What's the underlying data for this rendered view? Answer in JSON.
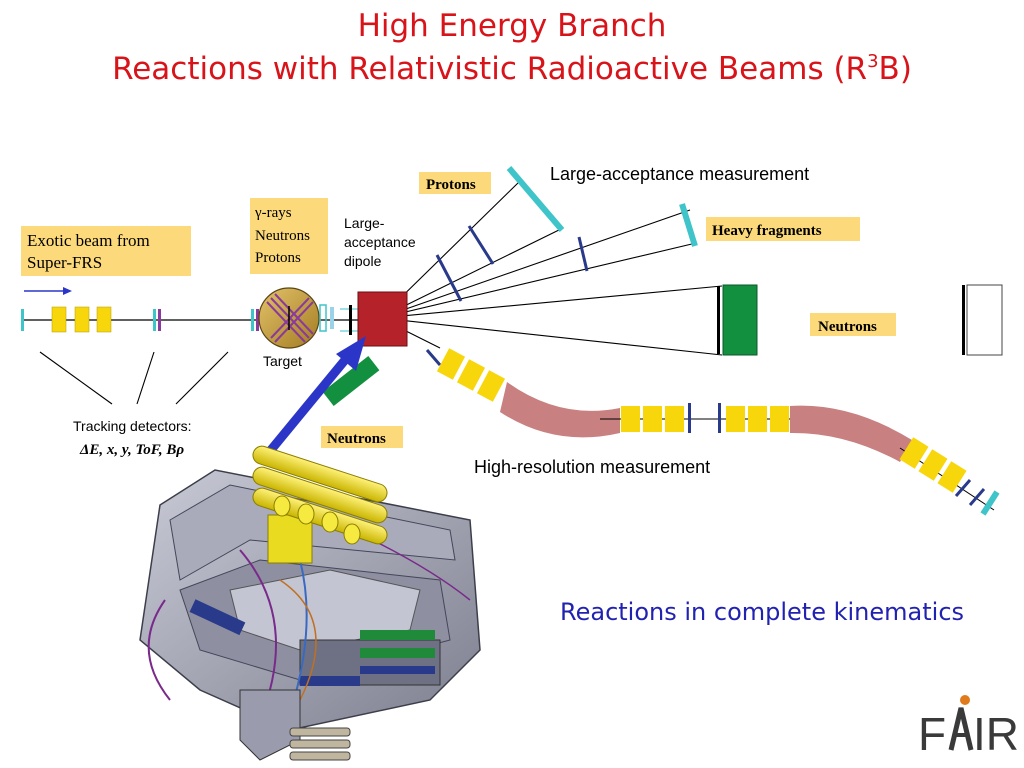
{
  "title": {
    "line1": "High Energy Branch",
    "line2_main": "Reactions with Relativistic Radioactive Beams (R",
    "line2_sup": "3",
    "line2_end": "B)"
  },
  "labels": {
    "exotic_beam_1": "Exotic beam from",
    "exotic_beam_2": "Super-FRS",
    "gamma_rays": "γ-rays",
    "neutrons_1": "Neutrons",
    "protons_1": "Protons",
    "dipole_1": "Large-",
    "dipole_2": "acceptance",
    "dipole_3": "dipole",
    "target": "Target",
    "protons_box": "Protons",
    "heavy_fragments": "Heavy fragments",
    "neutrons_right": "Neutrons",
    "neutrons_lower": "Neutrons",
    "large_acceptance": "Large-acceptance measurement",
    "high_resolution": "High-resolution measurement",
    "tracking_1": "Tracking detectors:",
    "tracking_2": "ΔE, x, y, ToF, Bρ",
    "kinematics": "Reactions in complete kinematics",
    "logo_f": "F",
    "logo_ir": "IR"
  },
  "colors": {
    "title": "#d8141a",
    "label_box": "#fcd97a",
    "magnet_yellow": "#f7d60b",
    "dipole_red": "#b5222a",
    "neutron_green": "#138f40",
    "cyan_detector": "#3fc4c9",
    "navy_detector": "#2a3a8a",
    "curved_beamline": "#c98080",
    "arrow_blue": "#2b36c8",
    "caption_blue": "#2222b0",
    "target_gold": "#c8a040"
  }
}
